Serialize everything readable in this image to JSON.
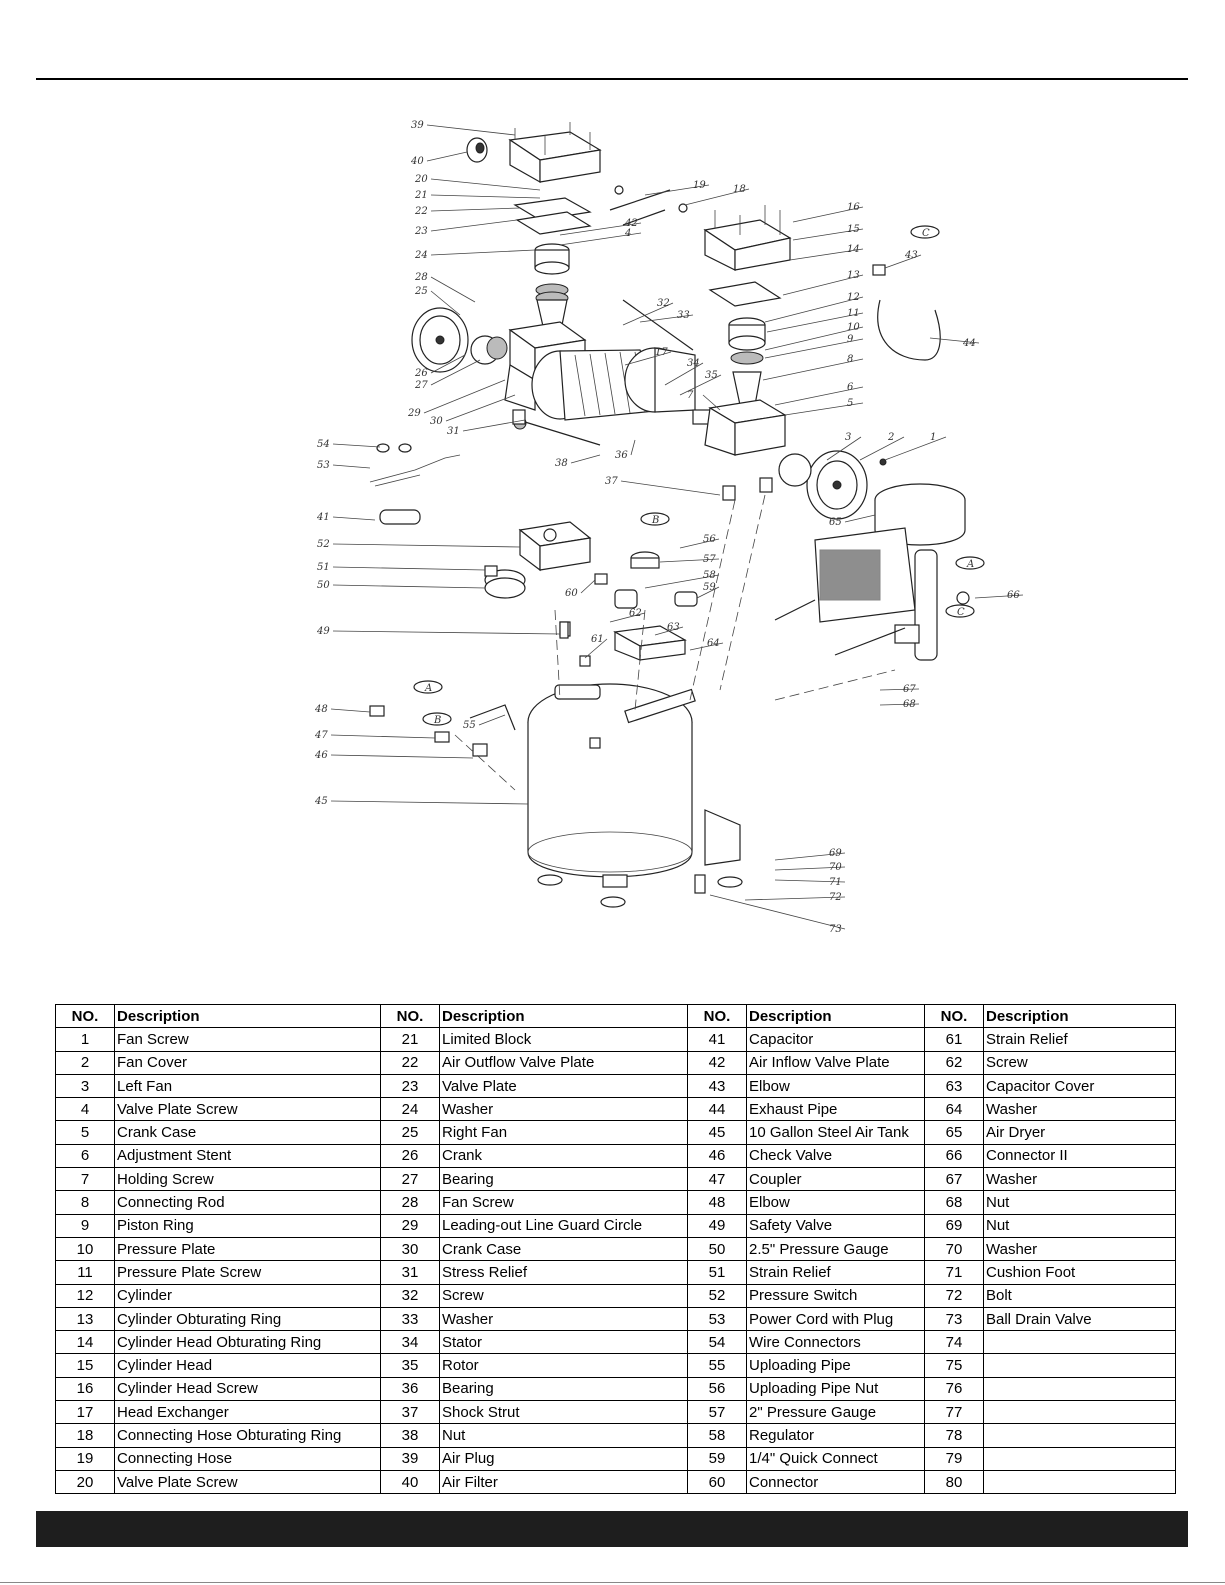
{
  "diagram": {
    "callouts": [
      "1",
      "2",
      "3",
      "4",
      "5",
      "6",
      "7",
      "8",
      "9",
      "10",
      "11",
      "12",
      "13",
      "14",
      "15",
      "16",
      "17",
      "18",
      "19",
      "20",
      "21",
      "22",
      "23",
      "24",
      "25",
      "26",
      "27",
      "28",
      "29",
      "30",
      "31",
      "32",
      "33",
      "34",
      "35",
      "36",
      "37",
      "38",
      "39",
      "40",
      "41",
      "42",
      "43",
      "44",
      "45",
      "46",
      "47",
      "48",
      "49",
      "50",
      "51",
      "52",
      "53",
      "54",
      "55",
      "56",
      "57",
      "58",
      "59",
      "60",
      "61",
      "62",
      "63",
      "64",
      "65",
      "66",
      "67",
      "68",
      "69",
      "70",
      "71",
      "72",
      "73"
    ],
    "connectors": [
      "A",
      "B",
      "C",
      "B",
      "C",
      "A",
      "B"
    ]
  },
  "table": {
    "headers": [
      "NO.",
      "Description",
      "NO.",
      "Description",
      "NO.",
      "Description",
      "NO.",
      "Description"
    ],
    "rows": [
      [
        "1",
        "Fan Screw",
        "21",
        "Limited Block",
        "41",
        "Capacitor",
        "61",
        "Strain Relief"
      ],
      [
        "2",
        "Fan Cover",
        "22",
        "Air Outflow Valve Plate",
        "42",
        "Air Inflow Valve Plate",
        "62",
        "Screw"
      ],
      [
        "3",
        "Left Fan",
        "23",
        "Valve Plate",
        "43",
        "Elbow",
        "63",
        "Capacitor Cover"
      ],
      [
        "4",
        "Valve Plate Screw",
        "24",
        "Washer",
        "44",
        "Exhaust Pipe",
        "64",
        "Washer"
      ],
      [
        "5",
        "Crank Case",
        "25",
        "Right Fan",
        "45",
        "10 Gallon Steel Air Tank",
        "65",
        "Air Dryer"
      ],
      [
        "6",
        "Adjustment Stent",
        "26",
        "Crank",
        "46",
        "Check Valve",
        "66",
        "Connector II"
      ],
      [
        "7",
        "Holding Screw",
        "27",
        "Bearing",
        "47",
        "Coupler",
        "67",
        "Washer"
      ],
      [
        "8",
        "Connecting Rod",
        "28",
        "Fan Screw",
        "48",
        "Elbow",
        "68",
        "Nut"
      ],
      [
        "9",
        "Piston Ring",
        "29",
        "Leading-out Line Guard Circle",
        "49",
        "Safety Valve",
        "69",
        "Nut"
      ],
      [
        "10",
        "Pressure Plate",
        "30",
        "Crank Case",
        "50",
        "2.5\" Pressure Gauge",
        "70",
        "Washer"
      ],
      [
        "11",
        "Pressure Plate Screw",
        "31",
        "Stress Relief",
        "51",
        "Strain Relief",
        "71",
        "Cushion Foot"
      ],
      [
        "12",
        "Cylinder",
        "32",
        "Screw",
        "52",
        "Pressure Switch",
        "72",
        "Bolt"
      ],
      [
        "13",
        "Cylinder Obturating Ring",
        "33",
        "Washer",
        "53",
        "Power Cord with Plug",
        "73",
        "Ball Drain Valve"
      ],
      [
        "14",
        "Cylinder Head Obturating Ring",
        "34",
        "Stator",
        "54",
        "Wire Connectors",
        "74",
        ""
      ],
      [
        "15",
        "Cylinder Head",
        "35",
        "Rotor",
        "55",
        "Uploading Pipe",
        "75",
        ""
      ],
      [
        "16",
        "Cylinder Head Screw",
        "36",
        "Bearing",
        "56",
        "Uploading Pipe Nut",
        "76",
        ""
      ],
      [
        "17",
        "Head Exchanger",
        "37",
        "Shock Strut",
        "57",
        "2\" Pressure Gauge",
        "77",
        ""
      ],
      [
        "18",
        "Connecting Hose Obturating Ring",
        "38",
        "Nut",
        "58",
        "Regulator",
        "78",
        ""
      ],
      [
        "19",
        "Connecting Hose",
        "39",
        "Air Plug",
        "59",
        "1/4\" Quick Connect",
        "79",
        ""
      ],
      [
        "20",
        "Valve Plate Screw",
        "40",
        "Air Filter",
        "60",
        "Connector",
        "80",
        ""
      ]
    ]
  }
}
